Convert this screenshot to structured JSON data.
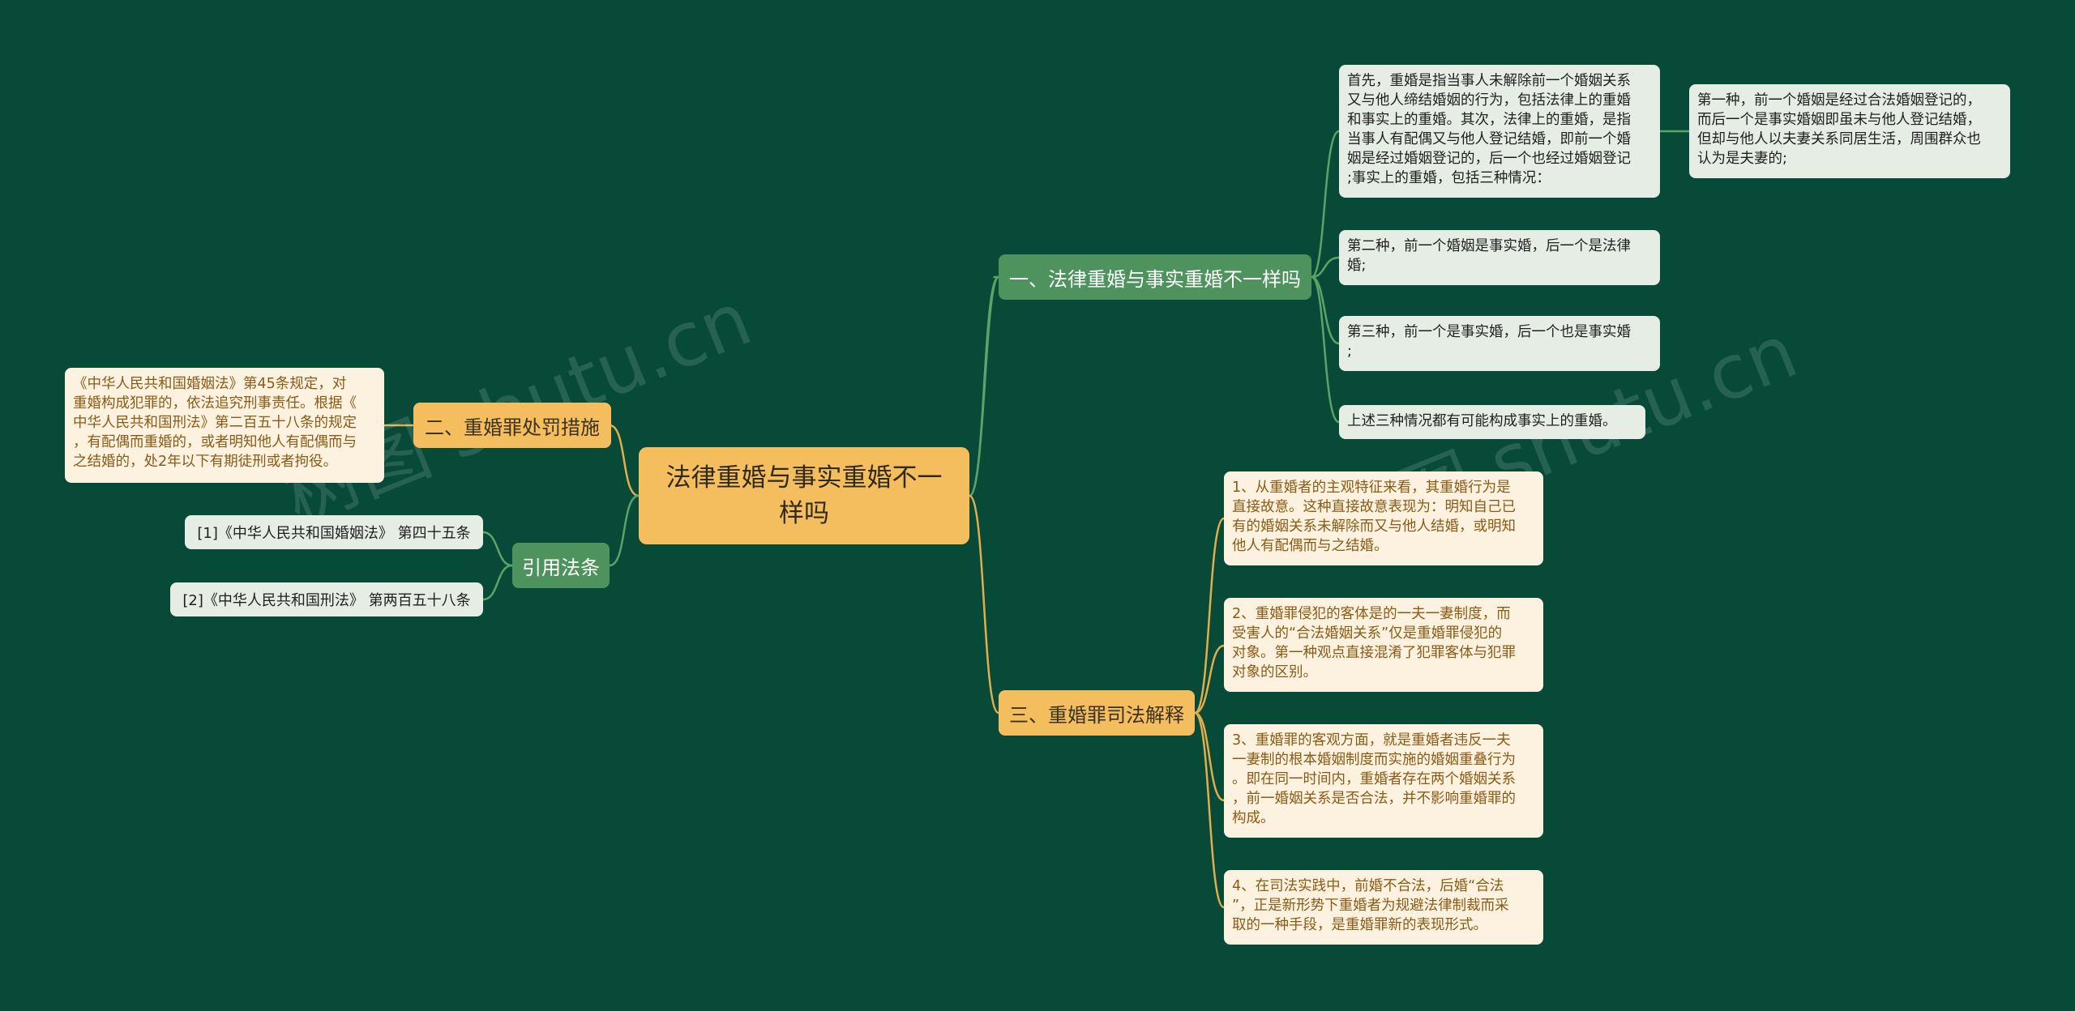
{
  "center": {
    "label": "法律重婚与事实重婚不一样吗"
  },
  "branches": {
    "b1": {
      "label": "一、法律重婚与事实重婚不一样吗"
    },
    "b2": {
      "label": "二、重婚罪处罚措施"
    },
    "b3": {
      "label": "三、重婚罪司法解释"
    },
    "b4": {
      "label": "引用法条"
    }
  },
  "b1_leaves": [
    "首先，重婚是指当事人未解除前一个婚姻关系\n又与他人缔结婚姻的行为，包括法律上的重婚\n和事实上的重婚。其次，法律上的重婚，是指\n当事人有配偶又与他人登记结婚，即前一个婚\n姻是经过婚姻登记的，后一个也经过婚姻登记\n;事实上的重婚，包括三种情况：",
    "第二种，前一个婚姻是事实婚，后一个是法律\n婚;",
    "第三种，前一个是事实婚，后一个也是事实婚\n;",
    "上述三种情况都有可能构成事实上的重婚。"
  ],
  "b1_sub": "第一种，前一个婚姻是经过合法婚姻登记的，\n而后一个是事实婚姻即虽未与他人登记结婚，\n但却与他人以夫妻关系同居生活，周围群众也\n认为是夫妻的;",
  "b2_leaf": "《中华人民共和国婚姻法》第45条规定，对\n重婚构成犯罪的，依法追究刑事责任。根据《\n中华人民共和国刑法》第二百五十八条的规定\n，有配偶而重婚的，或者明知他人有配偶而与\n之结婚的，处2年以下有期徒刑或者拘役。",
  "b3_leaves": [
    "1、从重婚者的主观特征来看，其重婚行为是\n直接故意。这种直接故意表现为：明知自己已\n有的婚姻关系未解除而又与他人结婚，或明知\n他人有配偶而与之结婚。",
    "2、重婚罪侵犯的客体是的一夫一妻制度，而\n受害人的“合法婚姻关系”仅是重婚罪侵犯的\n对象。第一种观点直接混淆了犯罪客体与犯罪\n对象的区别。",
    "3、重婚罪的客观方面，就是重婚者违反一夫\n一妻制的根本婚姻制度而实施的婚姻重叠行为\n。即在同一时间内，重婚者存在两个婚姻关系\n，前一婚姻关系是否合法，并不影响重婚罪的\n构成。",
    "4、在司法实践中，前婚不合法，后婚“合法\n”，正是新形势下重婚者为规避法律制裁而采\n取的一种手段，是重婚罪新的表现形式。"
  ],
  "b4_refs": [
    "[1]《中华人民共和国婚姻法》 第四十五条",
    "[2]《中华人民共和国刑法》 第两百五十八条"
  ],
  "watermarks": [
    "树图 shutu.cn",
    "树图 shutu.cn"
  ],
  "colors": {
    "background": "#074a38",
    "green": "#4e935e",
    "yellow": "#f4bd5e",
    "link_green": "#5aa36a",
    "link_yellow": "#e0ae4c"
  }
}
